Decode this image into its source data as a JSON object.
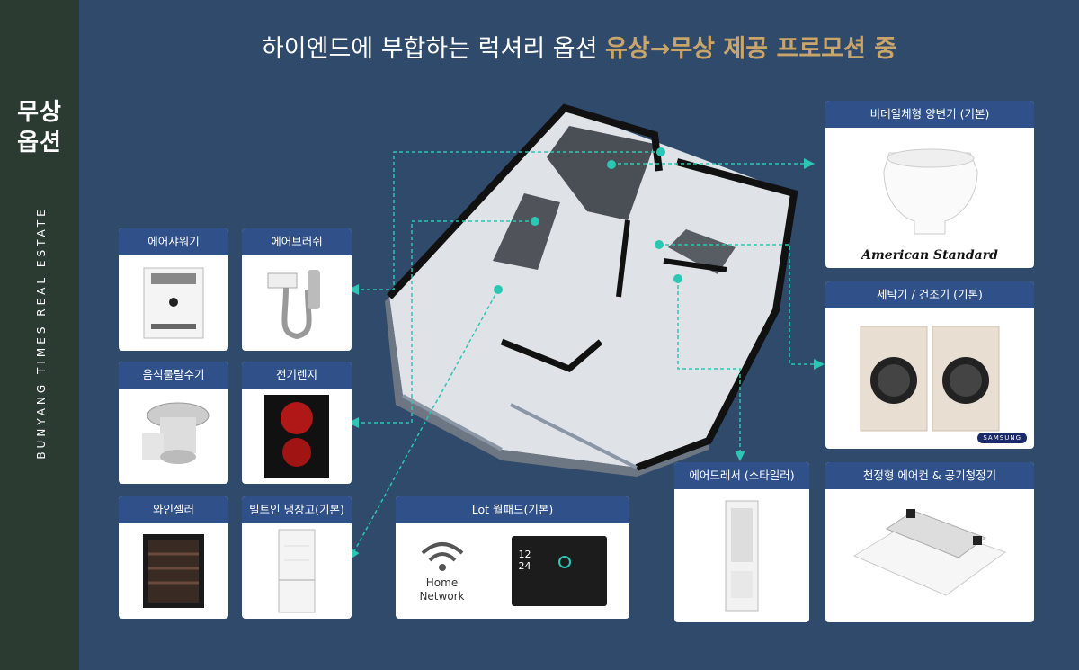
{
  "sidebar": {
    "title_line1": "무상",
    "title_line2": "옵션",
    "vertical_text": "BUNYANG TIMES REAL ESTATE"
  },
  "headline": {
    "prefix": "하이엔드에 부합하는 럭셔리 옵션 ",
    "accent": "유상→무상 제공 프로모션 중"
  },
  "cards": {
    "air_shower": "에어샤워기",
    "air_brush": "에어브러쉬",
    "food_dehydrator": "음식물탈수기",
    "electric_range": "전기렌지",
    "wine_cellar": "와인셀러",
    "builtin_fridge": "빌트인 냉장고(기본)",
    "iot_wallpad": "Lot 월패드(기본)",
    "bidet": "비데일체형 양변기 (기본)",
    "washer_dryer": "세탁기 / 건조기 (기본)",
    "air_dresser": "에어드레서 (스타일러)",
    "ceiling_ac": "천정형 에어컨 & 공기청정기"
  },
  "brands": {
    "bidet_brand": "American Standard",
    "washer_brand": "SAMSUNG"
  },
  "wallpad": {
    "home_network_line1": "Home",
    "home_network_line2": "Network",
    "clock_hours": "12",
    "clock_minutes": "24"
  },
  "colors": {
    "background": "#2f4a6b",
    "sidebar": "#2b3b32",
    "card_header": "#2f5088",
    "accent": "#c9a56a",
    "connector": "#2cc7b4"
  }
}
